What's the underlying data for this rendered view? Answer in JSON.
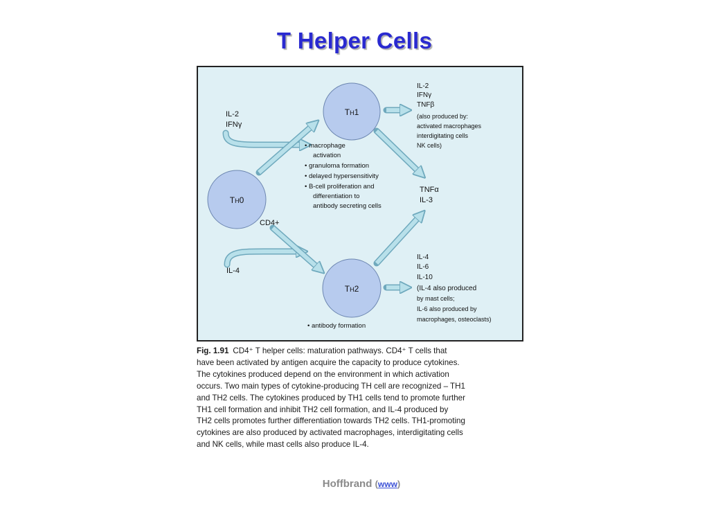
{
  "title": "T Helper Cells",
  "diagram": {
    "cells": {
      "th0": {
        "main": "T",
        "sub": "H",
        "suffix": "0"
      },
      "th1": {
        "main": "T",
        "sub": "H",
        "suffix": "1"
      },
      "th2": {
        "main": "T",
        "sub": "H",
        "suffix": "2"
      }
    },
    "inputs_th1": [
      "IL-2",
      "IFNγ"
    ],
    "input_th2": "IL-4",
    "cd4_label": "CD4+",
    "th1_outputs": [
      "IL-2",
      "IFNγ",
      "TNFβ",
      "(also produced by:",
      "activated macrophages",
      "interdigitating cells",
      "NK cells)"
    ],
    "middle_outputs": [
      "TNFα",
      "IL-3"
    ],
    "th2_outputs": [
      "IL-4",
      "IL-6",
      "IL-10",
      "(IL-4 also produced",
      "by mast cells;",
      "IL-6 also produced by",
      "macrophages, osteoclasts)"
    ],
    "th1_functions": [
      "• macrophage",
      "activation",
      "• granuloma formation",
      "• delayed hypersensitivity",
      "• B-cell proliferation and",
      "differentiation to",
      "antibody secreting cells"
    ],
    "th2_functions": [
      "• antibody formation"
    ]
  },
  "caption": {
    "label": "Fig. 1.91",
    "lines": [
      "CD4⁺ T helper cells: maturation pathways. CD4⁺ T cells that",
      "have been activated by antigen acquire the capacity to produce cytokines.",
      "The cytokines produced depend on the environment in which activation",
      "occurs. Two main types of cytokine-producing TH cell are recognized – TH1",
      "and TH2 cells. The cytokines produced by TH1 cells tend to promote further",
      "TH1 cell formation and inhibit TH2 cell formation, and IL-4 produced by",
      "TH2 cells promotes further differentiation towards TH2 cells. TH1-promoting",
      "cytokines are also produced by activated macrophages, interdigitating cells",
      "and NK cells, while mast cells also produce IL-4."
    ]
  },
  "credit": {
    "author": "Hoffbrand",
    "open": "(",
    "link": "www",
    "close": ")"
  },
  "colors": {
    "title": "#2a2ad0",
    "cell_fill": "#b7cbee",
    "arrow_fill": "#b8e0ea",
    "figure_bg": "#dff0f5"
  }
}
